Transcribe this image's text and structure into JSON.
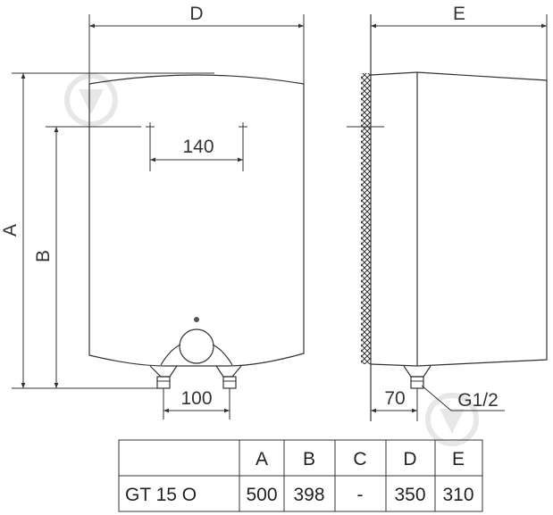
{
  "dimensions": {
    "front_width_label": "D",
    "side_depth_label": "E",
    "total_height_label": "A",
    "inlet_height_label": "B",
    "mount_spacing": "140",
    "pipe_spacing": "100",
    "pipe_offset": "70",
    "thread_label": "G1/2"
  },
  "table": {
    "headers": [
      "",
      "A",
      "B",
      "C",
      "D",
      "E"
    ],
    "rows": [
      [
        "GT 15 O",
        "500",
        "398",
        "-",
        "350",
        "310"
      ]
    ]
  },
  "colors": {
    "line": "#333333",
    "watermark": "#d8d8d8"
  }
}
